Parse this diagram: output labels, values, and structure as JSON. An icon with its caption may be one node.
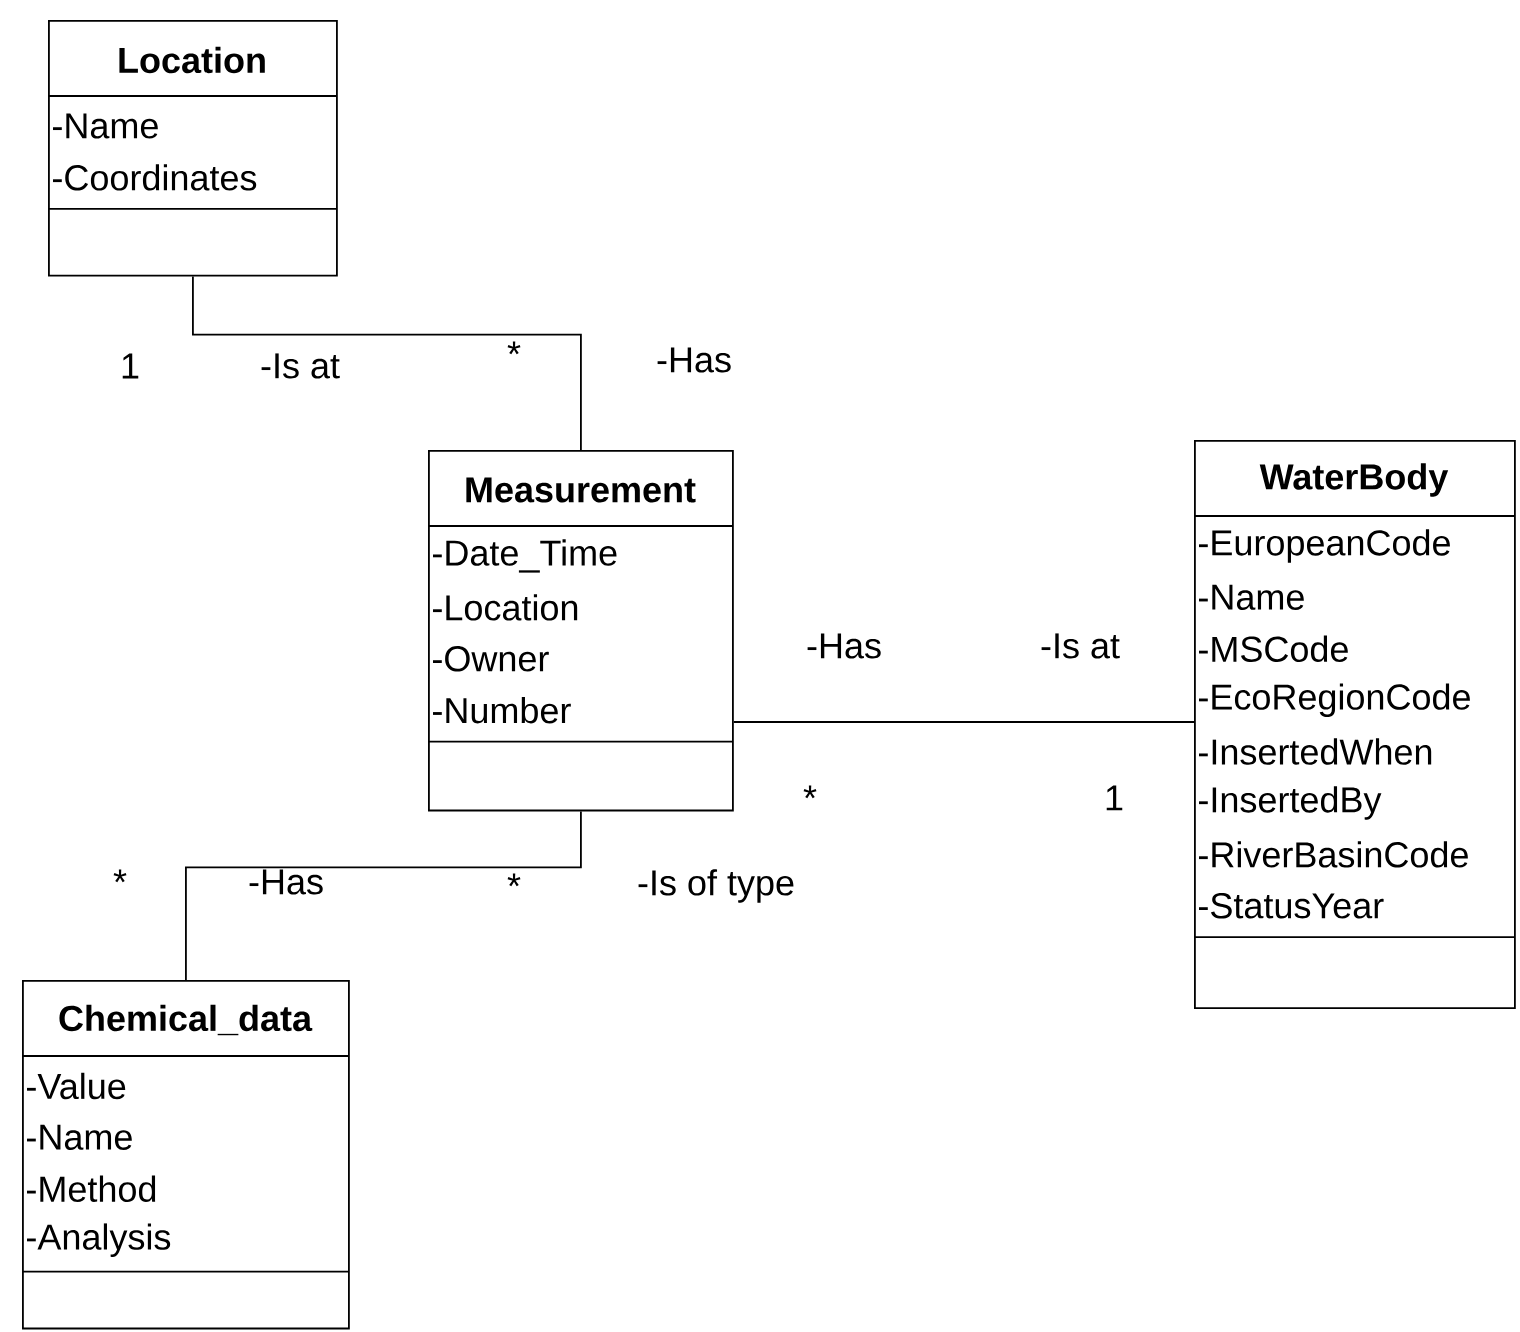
{
  "diagram": {
    "nodes": [
      {
        "text": [
          "Location",
          "-Name",
          "-Coordinates"
        ]
      },
      {
        "text": [
          "Measurement",
          "-Date_Time",
          "-Location",
          "-Owner",
          "-Number"
        ]
      },
      {
        "text": [
          "WaterBody",
          "-EuropeanCode",
          "-Name",
          "-MSCode",
          "-EcoRegionCode",
          "-InsertedWhen",
          "-InsertedBy",
          "-RiverBasinCode",
          "-StatusYear"
        ]
      },
      {
        "text": [
          "Chemical_data",
          "-Value",
          "-Name",
          "-Method",
          "-Analysis"
        ]
      }
    ],
    "edges": [
      {
        "from": 0,
        "to": 1,
        "arrow": "none"
      },
      {
        "from": 1,
        "to": 2,
        "arrow": "none"
      },
      {
        "from": 1,
        "to": 3,
        "arrow": "none"
      }
    ],
    "labels": [
      "1",
      "-Is at",
      "*",
      "-Has",
      "-Has",
      "-Is at",
      "*",
      "1",
      "*",
      "-Has",
      "*",
      "-Is of type"
    ]
  }
}
